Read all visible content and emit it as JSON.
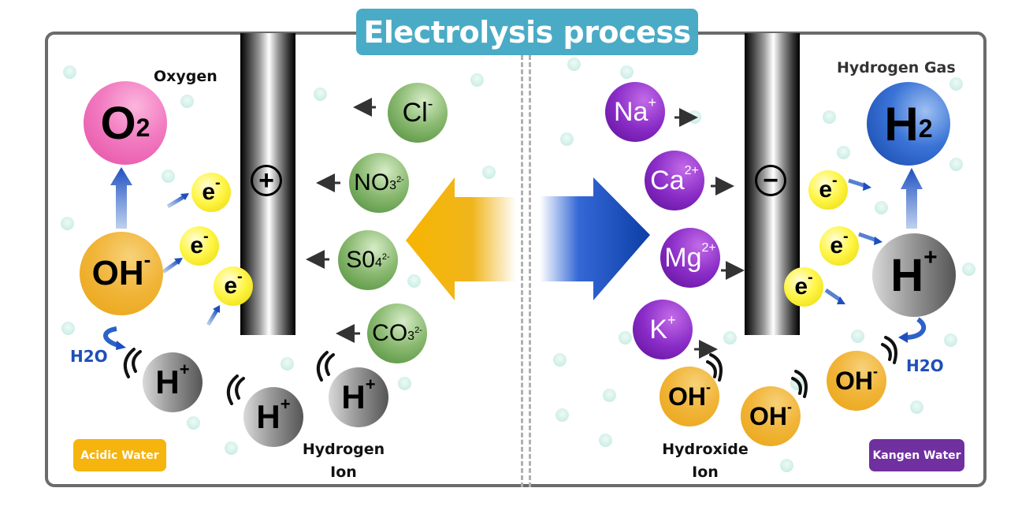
{
  "title": "Electrolysis process",
  "colors": {
    "title_bg": "#4aabc6",
    "acidic_tag": "#f5b40e",
    "kangen_tag": "#7030a0",
    "h2o_text": "#1e4fb8",
    "anion_green": "#6ea857",
    "cation_purple": "#8a2cc7"
  },
  "left_panel": {
    "electrode_sign": "+",
    "oxygen_label": "Oxygen",
    "o2": {
      "base": "O",
      "sub": "2"
    },
    "oh": {
      "base": "OH",
      "sup": "-"
    },
    "electrons": [
      {
        "base": "e",
        "sup": "-"
      },
      {
        "base": "e",
        "sup": "-"
      },
      {
        "base": "e",
        "sup": "-"
      }
    ],
    "h2o_label": "H2O",
    "hydrogen_ions": [
      {
        "base": "H",
        "sup": "+"
      },
      {
        "base": "H",
        "sup": "+"
      },
      {
        "base": "H",
        "sup": "+"
      }
    ],
    "hydrogen_ion_label": [
      "Hydrogen",
      "Ion"
    ],
    "anions": [
      {
        "base": "Cl",
        "sub": "",
        "sup": "-"
      },
      {
        "base": "NO",
        "sub": "3",
        "sup": "2-"
      },
      {
        "base": "S0",
        "sub": "4",
        "sup": "2-"
      },
      {
        "base": "CO",
        "sub": "3",
        "sup": "2-"
      }
    ],
    "tag": "Acidic Water"
  },
  "right_panel": {
    "electrode_sign": "−",
    "hydrogen_gas_label": "Hydrogen Gas",
    "h2": {
      "base": "H",
      "sub": "2"
    },
    "h_plus": {
      "base": "H",
      "sup": "+"
    },
    "electrons": [
      {
        "base": "e",
        "sup": "-"
      },
      {
        "base": "e",
        "sup": "-"
      },
      {
        "base": "e",
        "sup": "-"
      }
    ],
    "h2o_label": "H2O",
    "cations": [
      {
        "base": "Na",
        "sup": "+"
      },
      {
        "base": "Ca",
        "sup": "2+"
      },
      {
        "base": "Mg",
        "sup": "2+"
      },
      {
        "base": "K",
        "sup": "+"
      }
    ],
    "hydroxide_ions": [
      {
        "base": "OH",
        "sup": "-"
      },
      {
        "base": "OH",
        "sup": "-"
      },
      {
        "base": "OH",
        "sup": "-"
      }
    ],
    "hydroxide_ion_label": [
      "Hydroxide",
      "Ion"
    ],
    "tag": "Kangen Water"
  }
}
